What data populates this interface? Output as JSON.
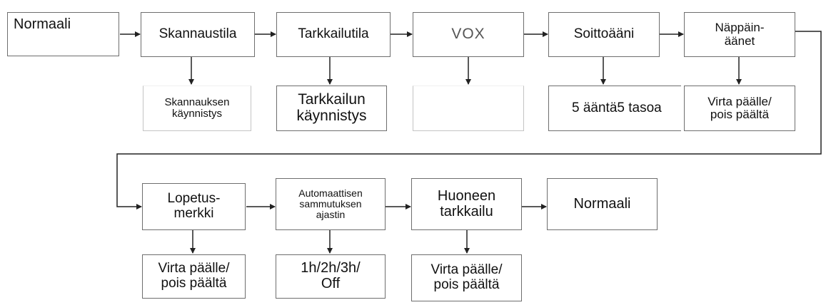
{
  "nodes": {
    "normaali_start": "Normaali",
    "skannaustila": "Skannaustila",
    "tarkkailutila": "Tarkkailutila",
    "vox": "VOX",
    "soittoaani": "Soittoääni",
    "nappainaanet": "Näppäin-\näänet",
    "skannauksen_kaynnistys": "Skannauksen\nkäynnistys",
    "tarkkailun_kaynnistys": "Tarkkailun\nkäynnistys",
    "vox_sub": "",
    "soittoaani_sub": "5 ääntä5 tasoa",
    "nappainaanet_sub": "Virta päälle/\npois päältä",
    "lopetusmerkki": "Lopetus-\nmerkki",
    "automaattisen_sammutuksen_ajastin": "Automaattisen\nsammutuksen\najastin",
    "huoneen_tarkkailu": "Huoneen\ntarkkailu",
    "normaali_end": "Normaali",
    "lopetusmerkki_sub": "Virta päälle/\npois päältä",
    "ajastin_sub": "1h/2h/3h/\nOff",
    "huoneen_tarkkailu_sub": "Virta päälle/\npois päältä"
  },
  "colors": {
    "box_border": "#6e6e6e",
    "arrow": "#222222",
    "text": "#111111"
  }
}
